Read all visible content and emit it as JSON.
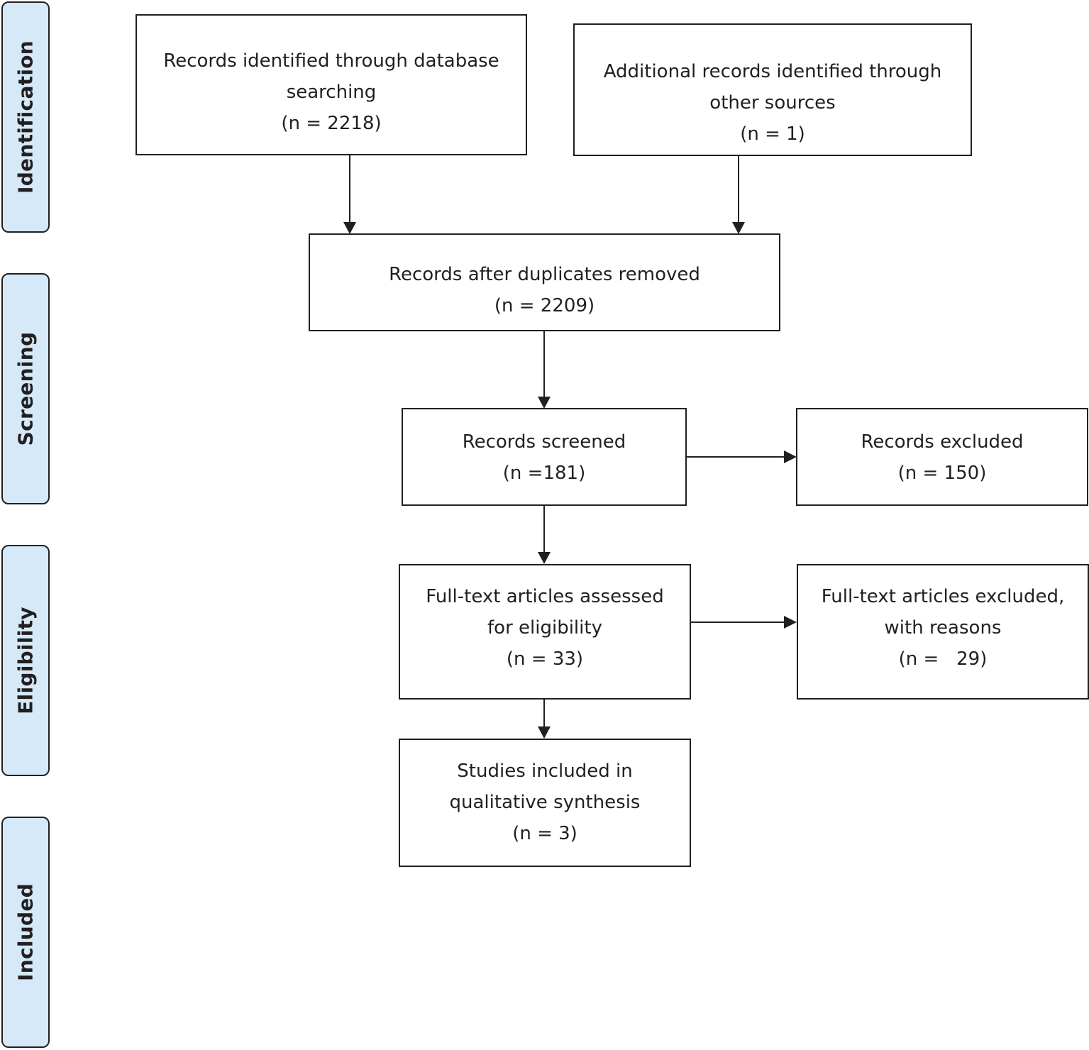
{
  "stages": [
    {
      "id": "identification",
      "label": "Identification"
    },
    {
      "id": "screening",
      "label": "Screening"
    },
    {
      "id": "eligibility",
      "label": "Eligibility"
    },
    {
      "id": "included",
      "label": "Included"
    }
  ],
  "boxes": {
    "database_records": {
      "lines": [
        "Records identified through database",
        "searching",
        "(n = 2218)"
      ]
    },
    "other_records": {
      "lines": [
        "Additional records identified through",
        "other sources",
        "(n = 1)"
      ]
    },
    "after_duplicates": {
      "lines": [
        "Records after duplicates removed",
        "(n = 2209)"
      ]
    },
    "screened": {
      "lines": [
        "Records screened",
        "(n =181)"
      ]
    },
    "excluded": {
      "lines": [
        "Records excluded",
        "(n = 150)"
      ]
    },
    "fulltext_assessed": {
      "lines": [
        "Full-text articles assessed",
        "for eligibility",
        "(n = 33)"
      ]
    },
    "fulltext_excluded": {
      "lines": [
        "Full-text articles excluded,",
        "with reasons",
        "(n =   29)"
      ]
    },
    "included_studies": {
      "lines": [
        "Studies included in",
        "qualitative synthesis",
        "(n = 3)"
      ]
    }
  },
  "colors": {
    "stage_fill": "#d5e9f8",
    "stroke": "#231f20",
    "box_fill": "#ffffff"
  }
}
